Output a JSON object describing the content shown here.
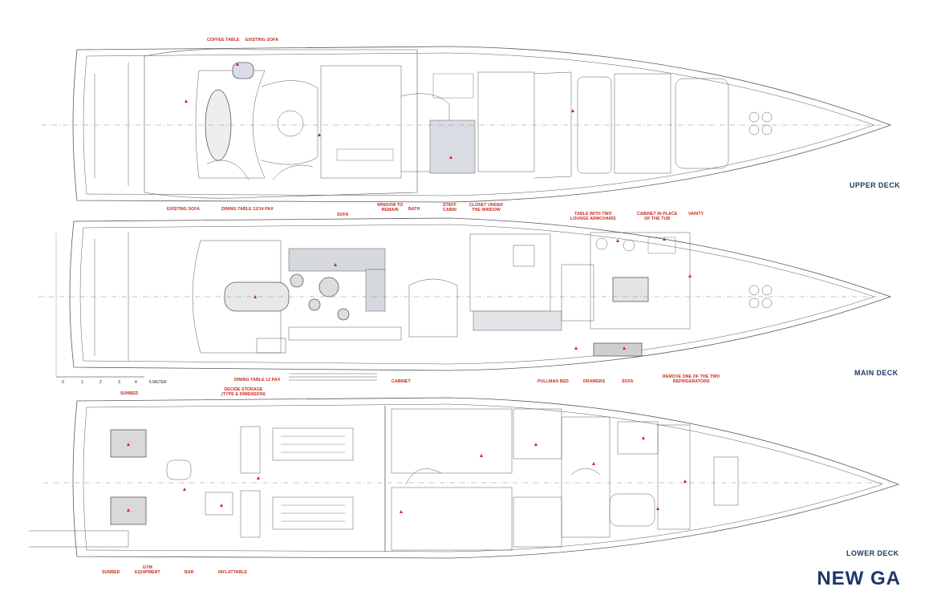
{
  "page_title": "NEW GA",
  "decks": {
    "upper": {
      "title": "UPPER DECK"
    },
    "main": {
      "title": "MAIN DECK"
    },
    "lower": {
      "title": "LOWER DECK"
    }
  },
  "scale": {
    "label": "5 METER",
    "ticks": [
      "0",
      "1",
      "2",
      "3",
      "4"
    ]
  },
  "upper_labels": {
    "coffee_table": "COFFEE TABLE",
    "existing_sofa_top": "EXISTING SOFA",
    "existing_sofa": "EXISTING SOFA",
    "dining_table_14": "DINING TABLE 12/14 PAX",
    "sofa": "SOFA",
    "window_remain": "WINDOW TO\nREMAIN",
    "bath": "BATH",
    "staff_cabin": "STAFF\nCABIN",
    "closet": "CLOSET UNDER\nTHE WINDOW",
    "table_two_armchairs": "TABLE WITH TWO\nLOUNGE ARMCHAIRS",
    "cabinet_tub": "CABINET IN PLACE\nOF THE TUB",
    "vanity": "VANITY"
  },
  "main_labels": {
    "dining_table_12": "DINING TABLE 12 PAX",
    "cabinet": "CABINET",
    "pullman_bed": "PULLMAN BED",
    "drawers": "DRAWERS",
    "sofa": "SOFA",
    "remove_fridge": "REMOVE ONE OF THE TWO\nREFRIGERATORS"
  },
  "lower_labels": {
    "sunbed_top": "SUNBED",
    "decide_storage": "DECIDE STORAGE\n(TYPE & DIMENSION)",
    "sunbed_bottom": "SUNBED",
    "gym_equipment": "GYM\nEQUIPMENT",
    "bar": "BAR",
    "inflattable": "INFLATTABLE"
  },
  "colors": {
    "label_red": "#c8281e",
    "title_navy": "#1f3768",
    "line": "#5a5a5a"
  }
}
